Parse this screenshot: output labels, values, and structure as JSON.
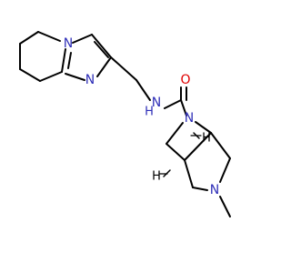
{
  "colors": {
    "bond": "#000000",
    "nitrogen": "#2f2fb8",
    "oxygen": "#e00000",
    "carbon": "#000000",
    "background": "#ffffff"
  },
  "atoms": {
    "n_imidazole_top": "N",
    "n_imidazole_bottom": "N",
    "n_amide": "N",
    "h_amide": "H",
    "o_carbonyl": "O",
    "n_ring_top": "N",
    "n_ring_bottom": "N",
    "h_stereo_right": "H",
    "h_stereo_left": "H"
  }
}
